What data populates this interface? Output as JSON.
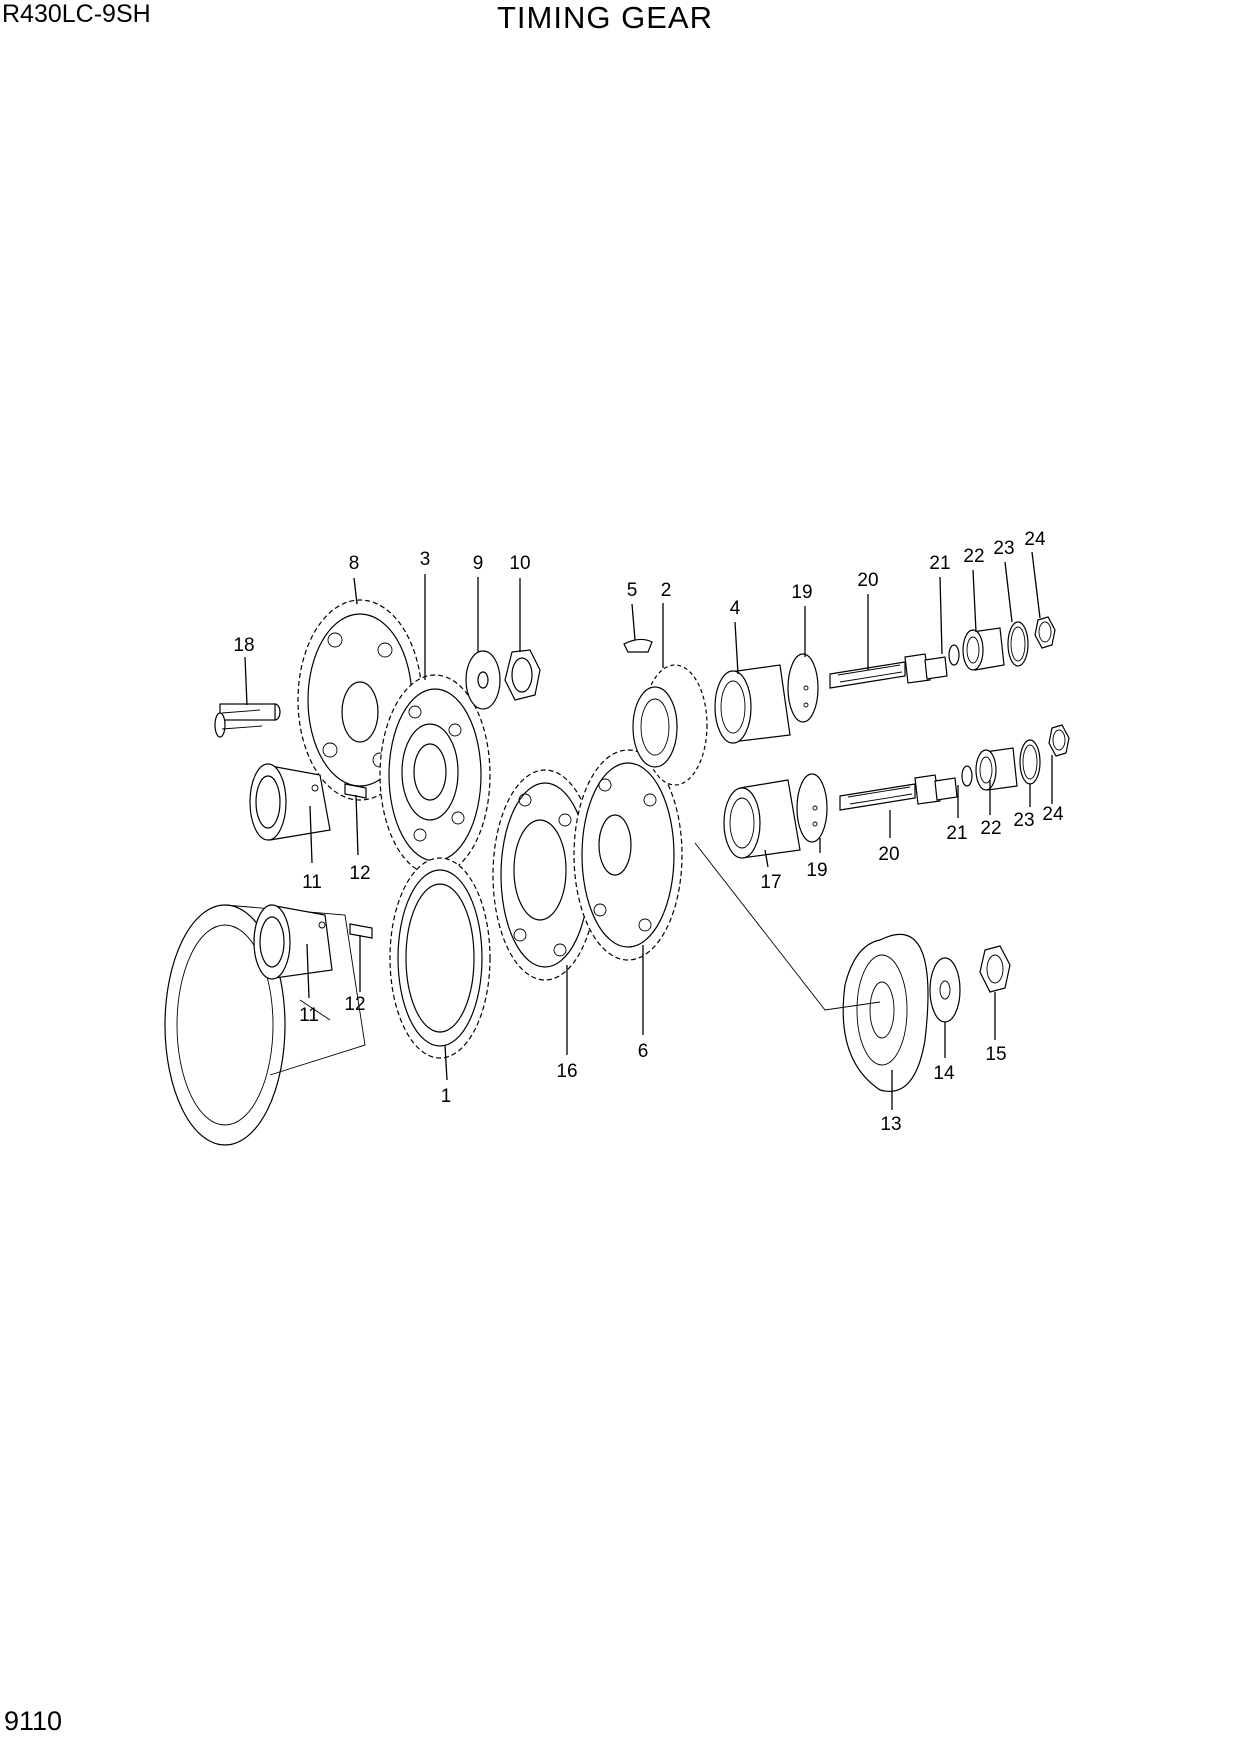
{
  "header": {
    "model": "R430LC-9SH",
    "title": "TIMING GEAR"
  },
  "footer": {
    "page_number": "9110"
  },
  "callouts": {
    "c1": "1",
    "c2": "2",
    "c3": "3",
    "c4": "4",
    "c5": "5",
    "c6": "6",
    "c8": "8",
    "c9": "9",
    "c10": "10",
    "c11a": "11",
    "c11b": "11",
    "c12a": "12",
    "c12b": "12",
    "c13": "13",
    "c14": "14",
    "c15": "15",
    "c16": "16",
    "c17": "17",
    "c18": "18",
    "c19a": "19",
    "c19b": "19",
    "c20a": "20",
    "c20b": "20",
    "c21a": "21",
    "c21b": "21",
    "c22a": "22",
    "c22b": "22",
    "c23a": "23",
    "c23b": "23",
    "c24a": "24",
    "c24b": "24"
  }
}
